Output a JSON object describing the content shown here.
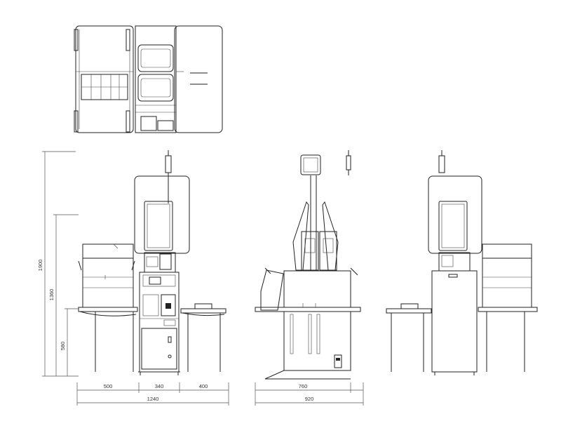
{
  "dimensions": {
    "width_segments": [
      "500",
      "340",
      "400"
    ],
    "total_width": "1240",
    "depth_segment": "760",
    "total_depth": "920",
    "height_total": "1900",
    "height_mid": "1360",
    "height_counter": "580"
  }
}
